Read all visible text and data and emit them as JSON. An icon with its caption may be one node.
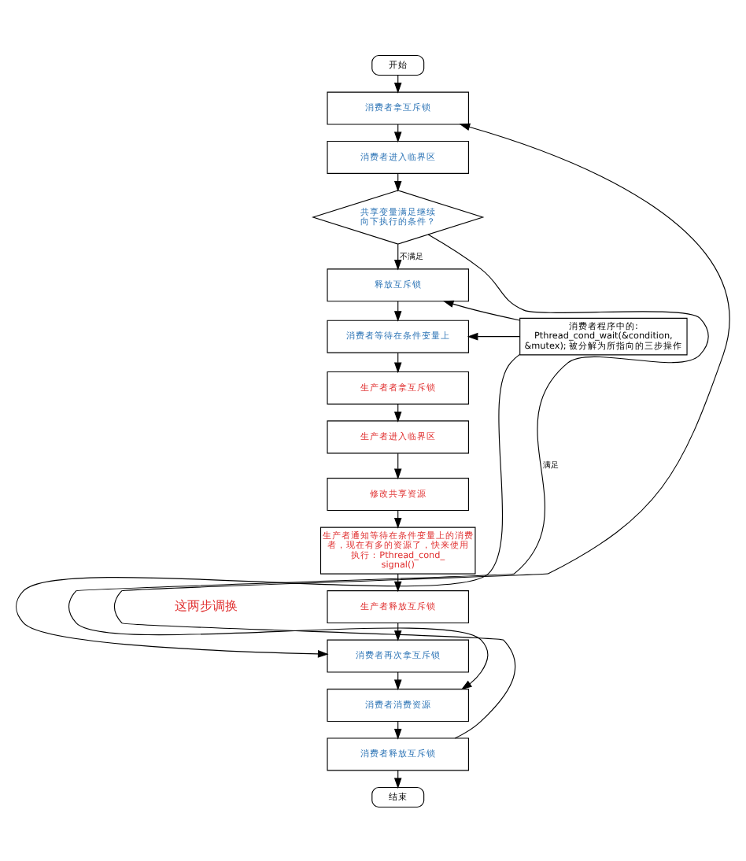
{
  "diagram": {
    "nodes": [
      {
        "text": [
          "开始"
        ]
      },
      {
        "text": [
          "消费者拿互斥锁"
        ]
      },
      {
        "text": [
          "消费者进入临界区"
        ]
      },
      {
        "text": [
          "共享变量满足继续向下执行的条件？"
        ]
      },
      {
        "text": [
          "释放互斥锁"
        ]
      },
      {
        "text": [
          "消费者等待在条件变量上"
        ]
      },
      {
        "text": [
          "生产者者拿互斥锁"
        ]
      },
      {
        "text": [
          "生产者进入临界区"
        ]
      },
      {
        "text": [
          "修改共享资源"
        ]
      },
      {
        "text": [
          "生产者通知等待在条件变量上的消费者，现在有多的资源了，快来使用",
          "执行：Pthread_cond_signal()"
        ]
      },
      {
        "text": [
          "生产者释放互斥锁"
        ]
      },
      {
        "text": [
          "消费者再次拿互斥锁"
        ]
      },
      {
        "text": [
          "消费者消费资源"
        ]
      },
      {
        "text": [
          "消费者释放互斥锁"
        ]
      },
      {
        "text": [
          "结束"
        ]
      },
      {
        "text": [
          "消费者程序中的: Pthread_cond_wait(&condition, &mutex); 被分解为所指向的三步操作"
        ]
      }
    ],
    "edges": [
      {
        "from": 0,
        "to": 1,
        "arrow": "to"
      },
      {
        "from": 1,
        "to": 2,
        "arrow": "to"
      },
      {
        "from": 2,
        "to": 3,
        "arrow": "to"
      },
      {
        "from": 3,
        "to": 4,
        "arrow": "to",
        "label": "不满足"
      },
      {
        "from": 4,
        "to": 5,
        "arrow": "to"
      },
      {
        "from": 5,
        "to": 6,
        "arrow": "to"
      },
      {
        "from": 6,
        "to": 7,
        "arrow": "to"
      },
      {
        "from": 7,
        "to": 8,
        "arrow": "to"
      },
      {
        "from": 8,
        "to": 9,
        "arrow": "to"
      },
      {
        "from": 9,
        "to": 10,
        "arrow": "to"
      },
      {
        "from": 10,
        "to": 11,
        "arrow": "to"
      },
      {
        "from": 11,
        "to": 12,
        "arrow": "to"
      },
      {
        "from": 12,
        "to": 13,
        "arrow": "to"
      },
      {
        "from": 13,
        "to": 14,
        "arrow": "to"
      },
      {
        "from": 3,
        "to": 12,
        "arrow": "to",
        "label": "满足"
      },
      {
        "from": 13,
        "to": 1,
        "arrow": "to"
      },
      {
        "from": 15,
        "to": 4,
        "arrow": "to"
      },
      {
        "from": 15,
        "to": 5,
        "arrow": "to"
      },
      {
        "from": 15,
        "to": 11,
        "arrow": "to"
      }
    ],
    "labels": [
      "这两步调换"
    ]
  }
}
